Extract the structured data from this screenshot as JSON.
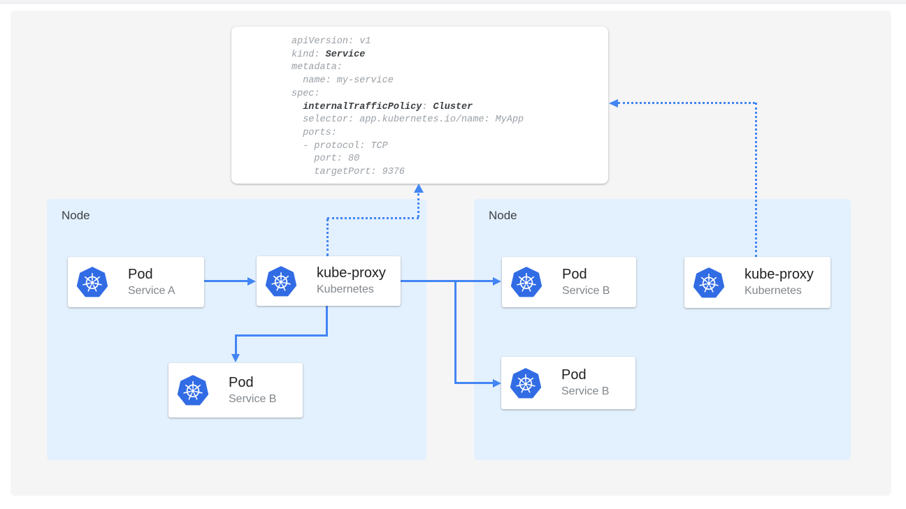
{
  "yaml_card": {
    "code": {
      "l1": "apiVersion: v1",
      "l2a": "kind: ",
      "l2b": "Service",
      "l3": "metadata:",
      "l4": "  name: my-service",
      "l5": "spec:",
      "l6a": "  ",
      "l6b": "internalTrafficPolicy",
      "l6c": ": ",
      "l6d": "Cluster",
      "l7": "  selector: app.kubernetes.io/name: MyApp",
      "l8": "  ports:",
      "l9": "  - protocol: TCP",
      "l10": "    port: 80",
      "l11": "    targetPort: 9376"
    }
  },
  "nodes": {
    "left": {
      "label": "Node"
    },
    "right": {
      "label": "Node"
    }
  },
  "cards": {
    "pod_a": {
      "title": "Pod",
      "subtitle": "Service A",
      "icon": "kubernetes-wheel-icon"
    },
    "kube_proxy_left": {
      "title": "kube-proxy",
      "subtitle": "Kubernetes",
      "icon": "kubernetes-wheel-icon"
    },
    "pod_b_left": {
      "title": "Pod",
      "subtitle": "Service B",
      "icon": "kubernetes-wheel-icon"
    },
    "pod_b_right_top": {
      "title": "Pod",
      "subtitle": "Service B",
      "icon": "kubernetes-wheel-icon"
    },
    "kube_proxy_right": {
      "title": "kube-proxy",
      "subtitle": "Kubernetes",
      "icon": "kubernetes-wheel-icon"
    },
    "pod_b_right_bottom": {
      "title": "Pod",
      "subtitle": "Service B",
      "icon": "kubernetes-wheel-icon"
    }
  },
  "colors": {
    "connector_blue": "#4285f4",
    "kubernetes_logo_blue": "#326ce5",
    "node_fill": "#e3f0fd",
    "panel_fill": "#f5f5f6",
    "code_gray": "#9aa0a6",
    "code_bold": "#3c4043",
    "card_title": "#202124",
    "card_subtitle": "#80868b"
  }
}
